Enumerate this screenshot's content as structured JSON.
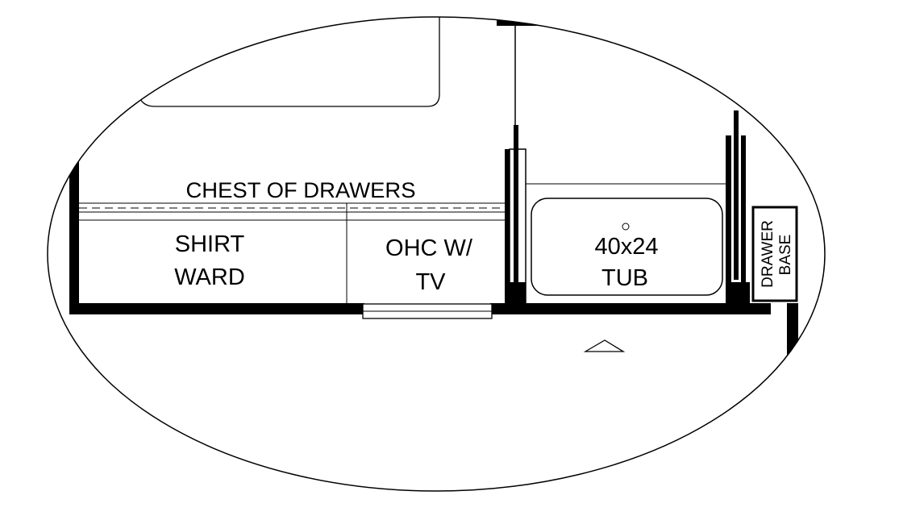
{
  "labels": {
    "chest_of_drawers": "CHEST OF DRAWERS",
    "shirt_ward_line1": "SHIRT",
    "shirt_ward_line2": "WARD",
    "ohc_line1": "OHC W/",
    "ohc_line2": "TV",
    "tub_line1": "40x24",
    "tub_line2": "TUB",
    "drawer_base_line1": "DRAWER",
    "drawer_base_line2": "BASE"
  },
  "colors": {
    "ink": "#000000",
    "paper": "#ffffff"
  }
}
